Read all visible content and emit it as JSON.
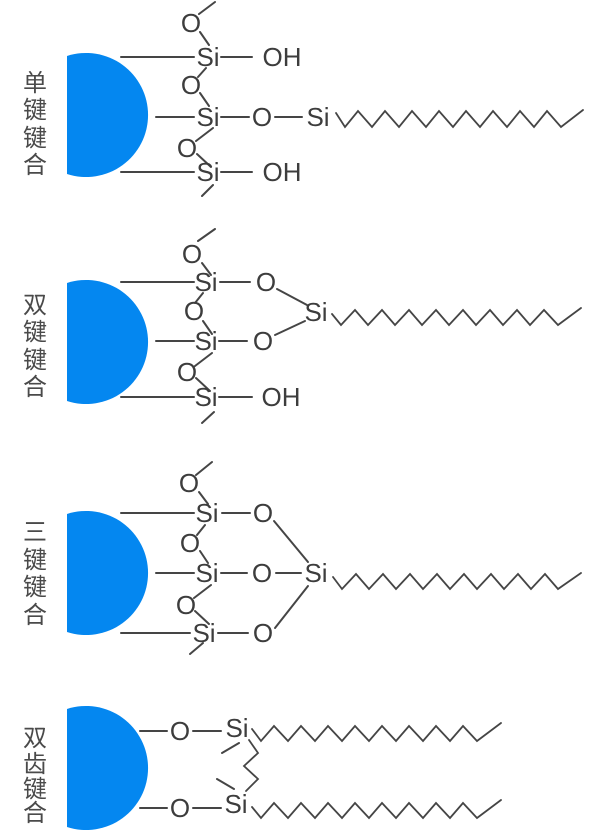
{
  "colors": {
    "particle_blue": "#0487f0",
    "bond_gray": "#454545",
    "atom_text": "#3d3d3d",
    "label_text": "#4a4a4a",
    "background": "#ffffff"
  },
  "atoms": {
    "si": "Si",
    "o": "O",
    "oh": "OH"
  },
  "sections": [
    {
      "name": "single-bond",
      "label": "单键键合",
      "chars": [
        "单",
        "键",
        "键",
        "合"
      ]
    },
    {
      "name": "double-bond",
      "label": "双键键合",
      "chars": [
        "双",
        "键",
        "键",
        "合"
      ]
    },
    {
      "name": "triple-bond",
      "label": "三键键合",
      "chars": [
        "三",
        "键",
        "键",
        "合"
      ]
    },
    {
      "name": "bidentate",
      "label": "双齿键合",
      "chars": [
        "双",
        "齿",
        "键",
        "合"
      ]
    }
  ]
}
